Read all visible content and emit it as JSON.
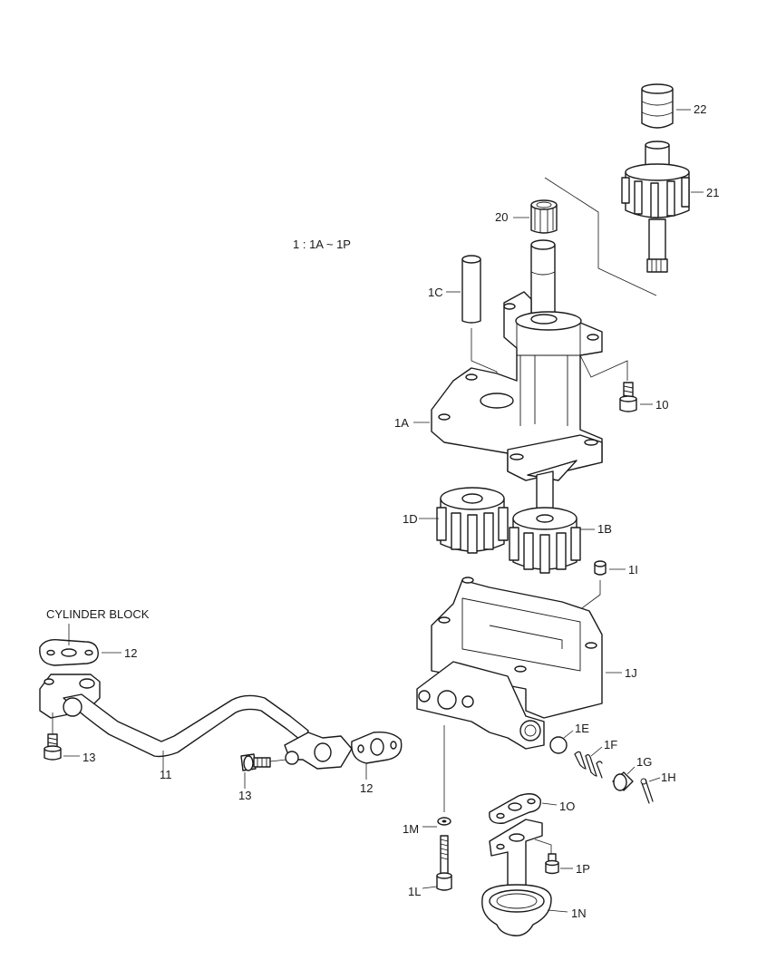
{
  "note": "1 : 1A ~ 1P",
  "cylinder_block": "CYLINDER BLOCK",
  "labels": {
    "p22": "22",
    "p21": "21",
    "p20": "20",
    "p1c": "1C",
    "p10": "10",
    "p1a": "1A",
    "p1d": "1D",
    "p1b": "1B",
    "p1i": "1I",
    "p1j": "1J",
    "p12a": "12",
    "p13a": "13",
    "p11": "11",
    "p13b": "13",
    "p12b": "12",
    "p1e": "1E",
    "p1f": "1F",
    "p1g": "1G",
    "p1h": "1H",
    "p1o": "1O",
    "p1m": "1M",
    "p1p": "1P",
    "p1l": "1L",
    "p1n": "1N"
  }
}
